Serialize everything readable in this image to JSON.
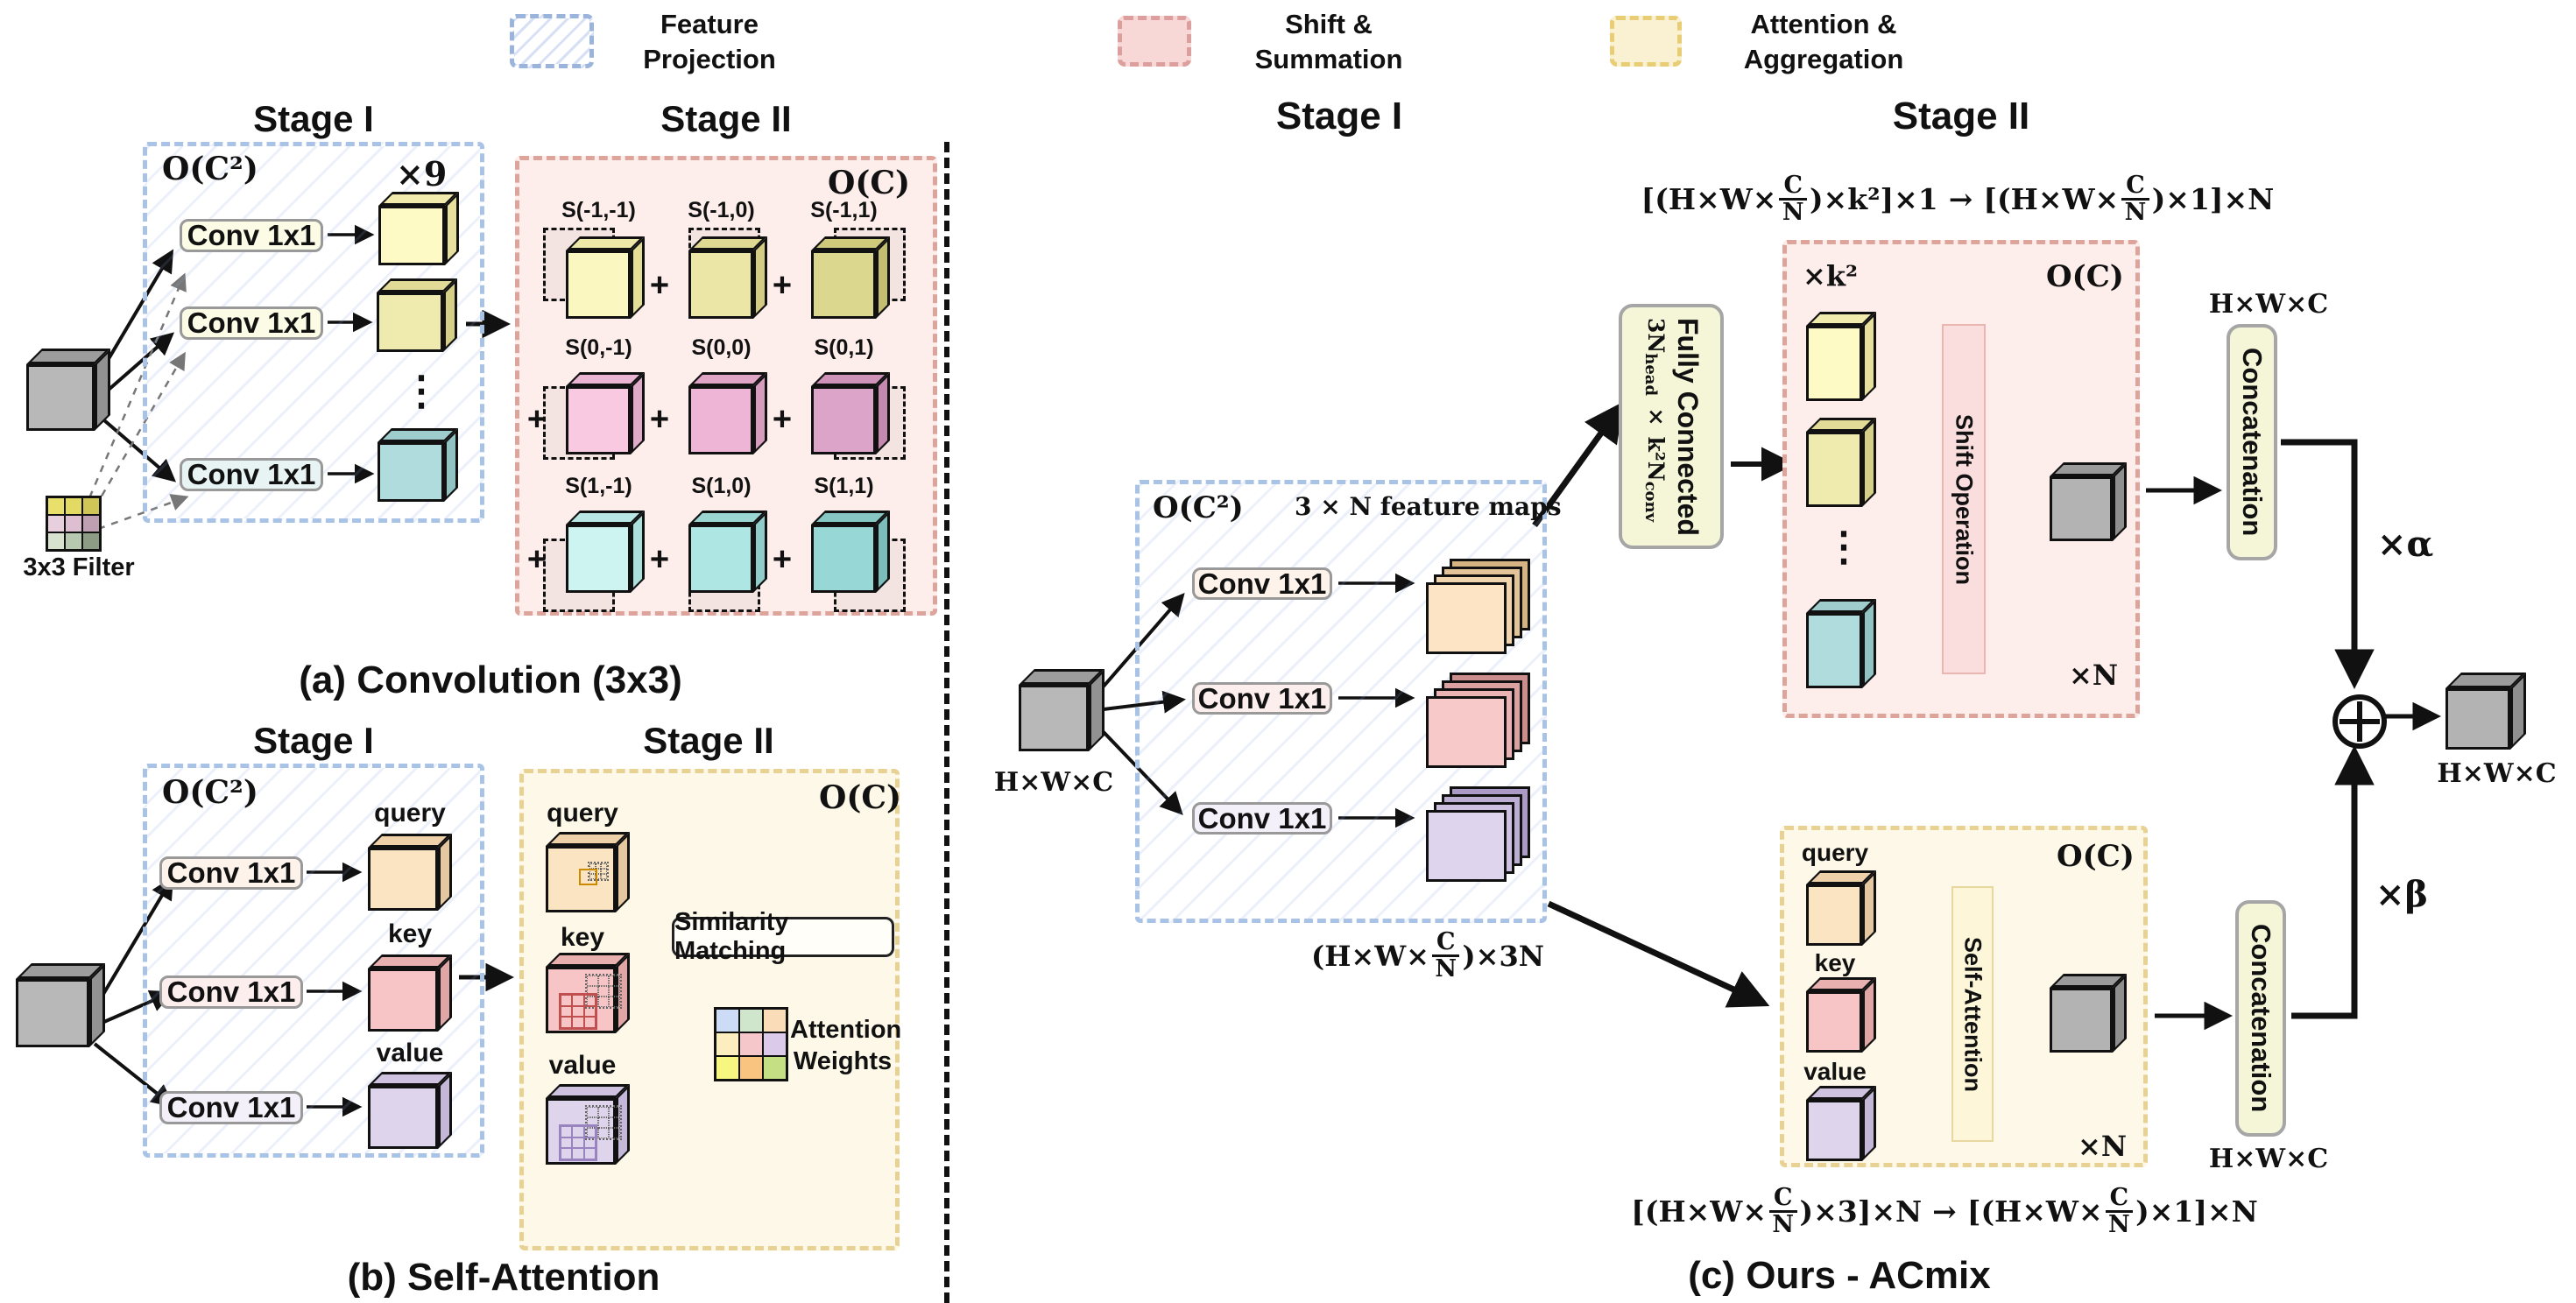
{
  "legend": {
    "items": [
      {
        "label": "Feature Projection",
        "swatch_color": "#eef3fb",
        "border_color": "#9ab4dc"
      },
      {
        "label": "Shift & Summation",
        "swatch_color": "#f8d8d6",
        "border_color": "#dd9e9e"
      },
      {
        "label": "Attention  & Aggregation",
        "swatch_color": "#faf1d2",
        "border_color": "#e8cd74"
      }
    ]
  },
  "symbols": {
    "plus": "+",
    "vdots": "⋮",
    "oplus": "⊕"
  },
  "panel_a": {
    "caption": "(a) Convolution (3x3)",
    "stage1_title": "Stage I",
    "stage2_title": "Stage II",
    "complexity_stage1": "O(C²)",
    "multiplier": "×9",
    "conv_label": "Conv 1x1",
    "filter_label": "3x3 Filter",
    "filter_colors": [
      "#e9e06c",
      "#e3da64",
      "#cfc657",
      "#e8cfdd",
      "#debed1",
      "#bfa0b3",
      "#d7e3cf",
      "#b7c9ae",
      "#8d9c85"
    ],
    "complexity_stage2": "O(C)",
    "shift_cells": [
      {
        "label": "S(-1,-1)",
        "shift": [
          -1,
          -1
        ]
      },
      {
        "label": "S(-1,0)",
        "shift": [
          -1,
          0
        ]
      },
      {
        "label": "S(-1,1)",
        "shift": [
          -1,
          1
        ]
      },
      {
        "label": "S(0,-1)",
        "shift": [
          0,
          -1
        ]
      },
      {
        "label": "S(0,0)",
        "shift": [
          0,
          0
        ]
      },
      {
        "label": "S(0,1)",
        "shift": [
          0,
          1
        ]
      },
      {
        "label": "S(1,-1)",
        "shift": [
          1,
          -1
        ]
      },
      {
        "label": "S(1,0)",
        "shift": [
          1,
          0
        ]
      },
      {
        "label": "S(1,1)",
        "shift": [
          1,
          1
        ]
      }
    ]
  },
  "panel_b": {
    "caption": "(b) Self-Attention",
    "stage1_title": "Stage I",
    "stage2_title": "Stage II",
    "complexity_stage1": "O(C²)",
    "complexity_stage2": "O(C)",
    "conv_label": "Conv 1x1",
    "proj_labels": [
      "query",
      "key",
      "value"
    ],
    "similarity_label": "Similarity Matching",
    "attention_weights_label": "Attention Weights",
    "attention_weights_colors": [
      "#cddcf6",
      "#cfe5cc",
      "#fbdcb8",
      "#fdeec0",
      "#f5c6ca",
      "#dccaea",
      "#f6f680",
      "#f9c380",
      "#c4df84"
    ]
  },
  "panel_c": {
    "caption": "(c) Ours - ACmix",
    "stage1_title": "Stage I",
    "stage2_title": "Stage II",
    "complexity_stage1": "O(C²)",
    "feature_maps_label": "3 × N  feature maps",
    "conv_label": "Conv 1x1",
    "input_dim": "H×W×C",
    "stage1_out": {
      "pre": "(H×W×",
      "num": "C",
      "den": "N",
      "post": ")×3N"
    },
    "top_formula": {
      "pre": "[(H×W×",
      "num": "C",
      "den": "N",
      "post": ")×k²]×1",
      "arrow": "→",
      "pre2": "[(H×W×",
      "num2": "C",
      "den2": "N",
      "post2": ")×1]×N"
    },
    "bottom_formula": {
      "pre": "[(H×W×",
      "num": "C",
      "den": "N",
      "post": ")×3]×N",
      "arrow": "→",
      "pre2": "[(H×W×",
      "num2": "C",
      "den2": "N",
      "post2": ")×1]×N"
    },
    "fully_connected": {
      "label": "Fully Connected",
      "sub_a": "3N",
      "sub_b": "head",
      "sub_c": " × k²N",
      "sub_d": "conv"
    },
    "conv_branch": {
      "mult_k": "×k²",
      "complexity": "O(C)",
      "bar_label": "Shift Operation",
      "mult_n": "×N"
    },
    "attn_branch": {
      "complexity": "O(C)",
      "proj_labels": [
        "query",
        "key",
        "value"
      ],
      "bar_label": "Self-Attention",
      "mult_n": "×N"
    },
    "concat_label": "Concatenation",
    "concat_top_dim": "H×W×C",
    "concat_bottom_dim": "H×W×C",
    "alpha": "×α",
    "beta": "×β",
    "output_dim": "H×W×C"
  },
  "colors": {
    "blue_box_border": "#a9c3e6",
    "red_box_border": "#dda49c",
    "red_box_bg": "#fdedeb",
    "yellow_box_border": "#e7d193",
    "yellow_box_bg": "#fdf8e7",
    "pill_bg": "#f5f5d8",
    "shift_bar_bg": "#fadedd",
    "self_attn_bar_bg": "#fdf6d8",
    "cube_yellow": "#fdfac6",
    "cube_teal": "#b0dcdd",
    "cube_gray": "#b3b3b3",
    "cube_query": "#fbe4c2",
    "cube_key": "#f7c5c5",
    "cube_value": "#ded4ec",
    "s_row1": "#faf7c0",
    "s_row2": "#f9c8e1",
    "s_row3": "#cef4f2"
  }
}
